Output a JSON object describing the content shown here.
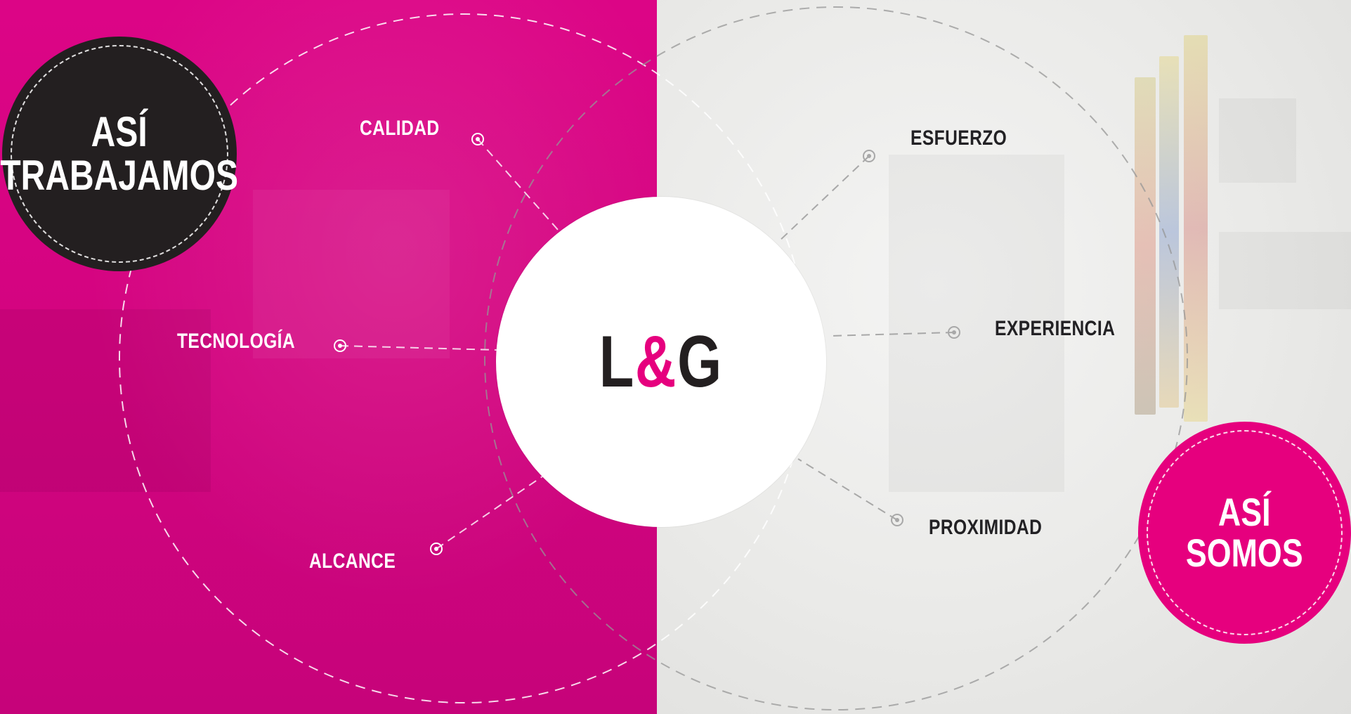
{
  "badges": {
    "work": {
      "line1": "ASÍ",
      "line2": "TRABAJAMOS"
    },
    "about": {
      "line1": "ASÍ",
      "line2": "SOMOS"
    }
  },
  "logo": {
    "left": "L",
    "amp": "&",
    "right": "G"
  },
  "values_left": {
    "calidad": "CALIDAD",
    "tecnologia": "TECNOLOGÍA",
    "alcance": "ALCANCE"
  },
  "values_right": {
    "esfuerzo": "ESFUERZO",
    "experiencia": "EXPERIENCIA",
    "proximidad": "PROXIMIDAD"
  },
  "colors": {
    "magenta": "#e6007e",
    "dark": "#231f20",
    "light_panel": "#ebebea",
    "white": "#ffffff"
  },
  "icons": [
    "node-dot-icon"
  ]
}
